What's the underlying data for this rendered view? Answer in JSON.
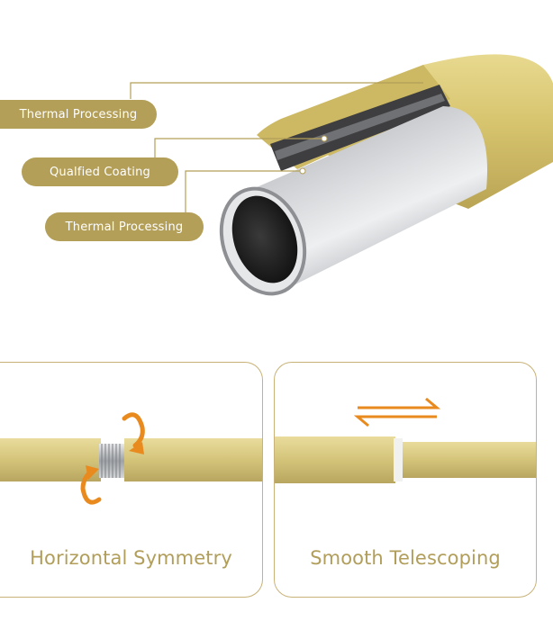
{
  "callouts": [
    {
      "label": "Thermal Processing"
    },
    {
      "label": "Qualfied Coating"
    },
    {
      "label": "Thermal Processing"
    }
  ],
  "features": [
    {
      "title": "Horizontal Symmetry",
      "icon": "rotate-arrows-icon"
    },
    {
      "title": "Smooth Telescoping",
      "icon": "slide-arrows-icon"
    }
  ],
  "colors": {
    "gold": "#b39f58",
    "card_border": "#c8b277",
    "accent_orange": "#e88a1e",
    "silver": "#d9dadc"
  }
}
